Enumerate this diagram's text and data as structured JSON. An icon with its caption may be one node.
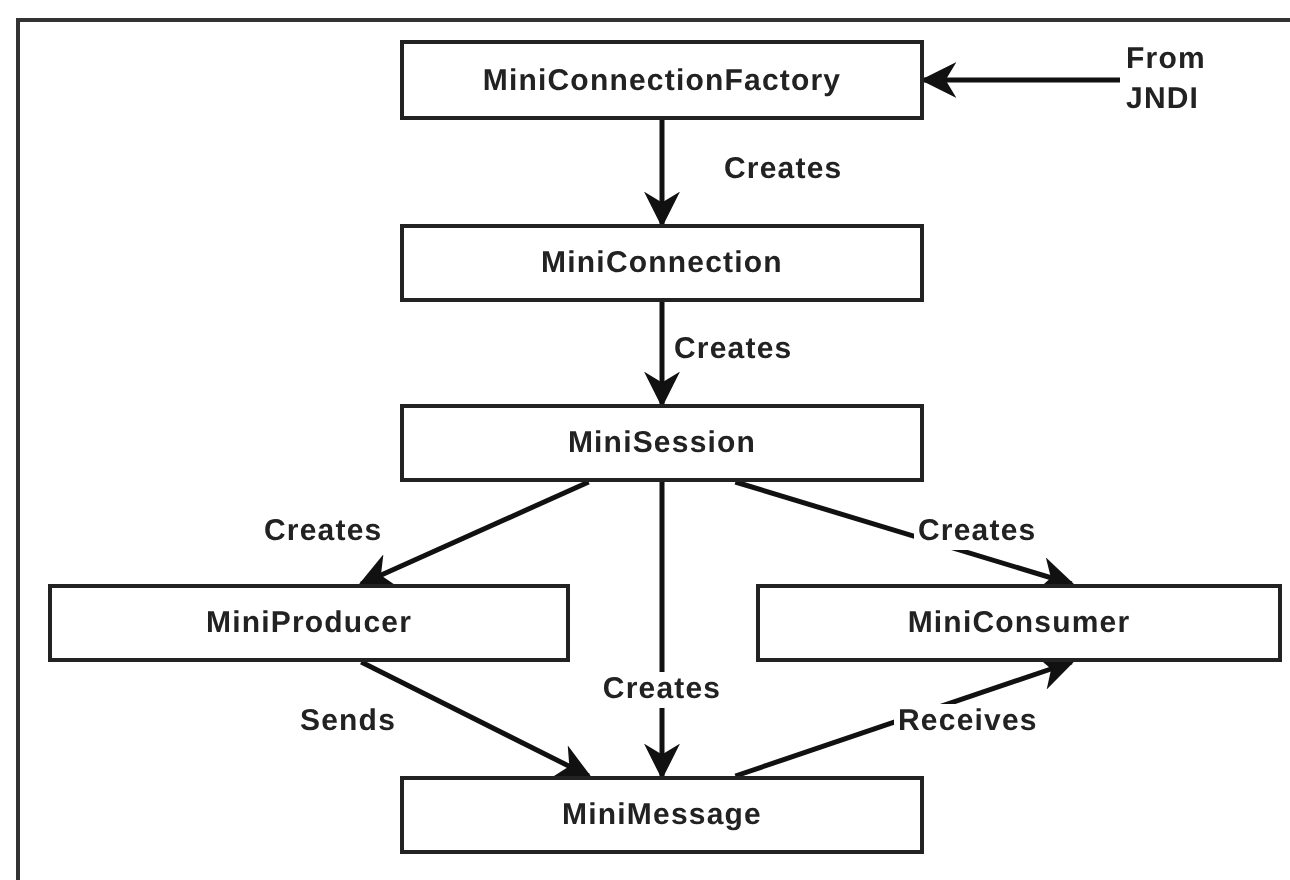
{
  "diagram": {
    "nodes": [
      {
        "text": [
          "MiniConnectionFactory"
        ]
      },
      {
        "text": [
          "From JNDI"
        ]
      },
      {
        "text": [
          "MiniConnection"
        ]
      },
      {
        "text": [
          "MiniSession"
        ]
      },
      {
        "text": [
          "MiniProducer"
        ]
      },
      {
        "text": [
          "MiniConsumer"
        ]
      },
      {
        "text": [
          "MiniMessage"
        ]
      }
    ],
    "edges": [
      {
        "from": 1,
        "to": 0,
        "arrow": "to"
      },
      {
        "from": 0,
        "to": 2,
        "arrow": "to",
        "label": "Creates"
      },
      {
        "from": 2,
        "to": 3,
        "arrow": "to",
        "label": "Creates"
      },
      {
        "from": 3,
        "to": 4,
        "arrow": "to",
        "label": "Creates"
      },
      {
        "from": 3,
        "to": 5,
        "arrow": "to",
        "label": "Creates"
      },
      {
        "from": 3,
        "to": 6,
        "arrow": "to",
        "label": "Creates"
      },
      {
        "from": 4,
        "to": 6,
        "arrow": "to",
        "label": "Sends"
      },
      {
        "from": 6,
        "to": 5,
        "arrow": "to",
        "label": "Receives"
      }
    ]
  }
}
